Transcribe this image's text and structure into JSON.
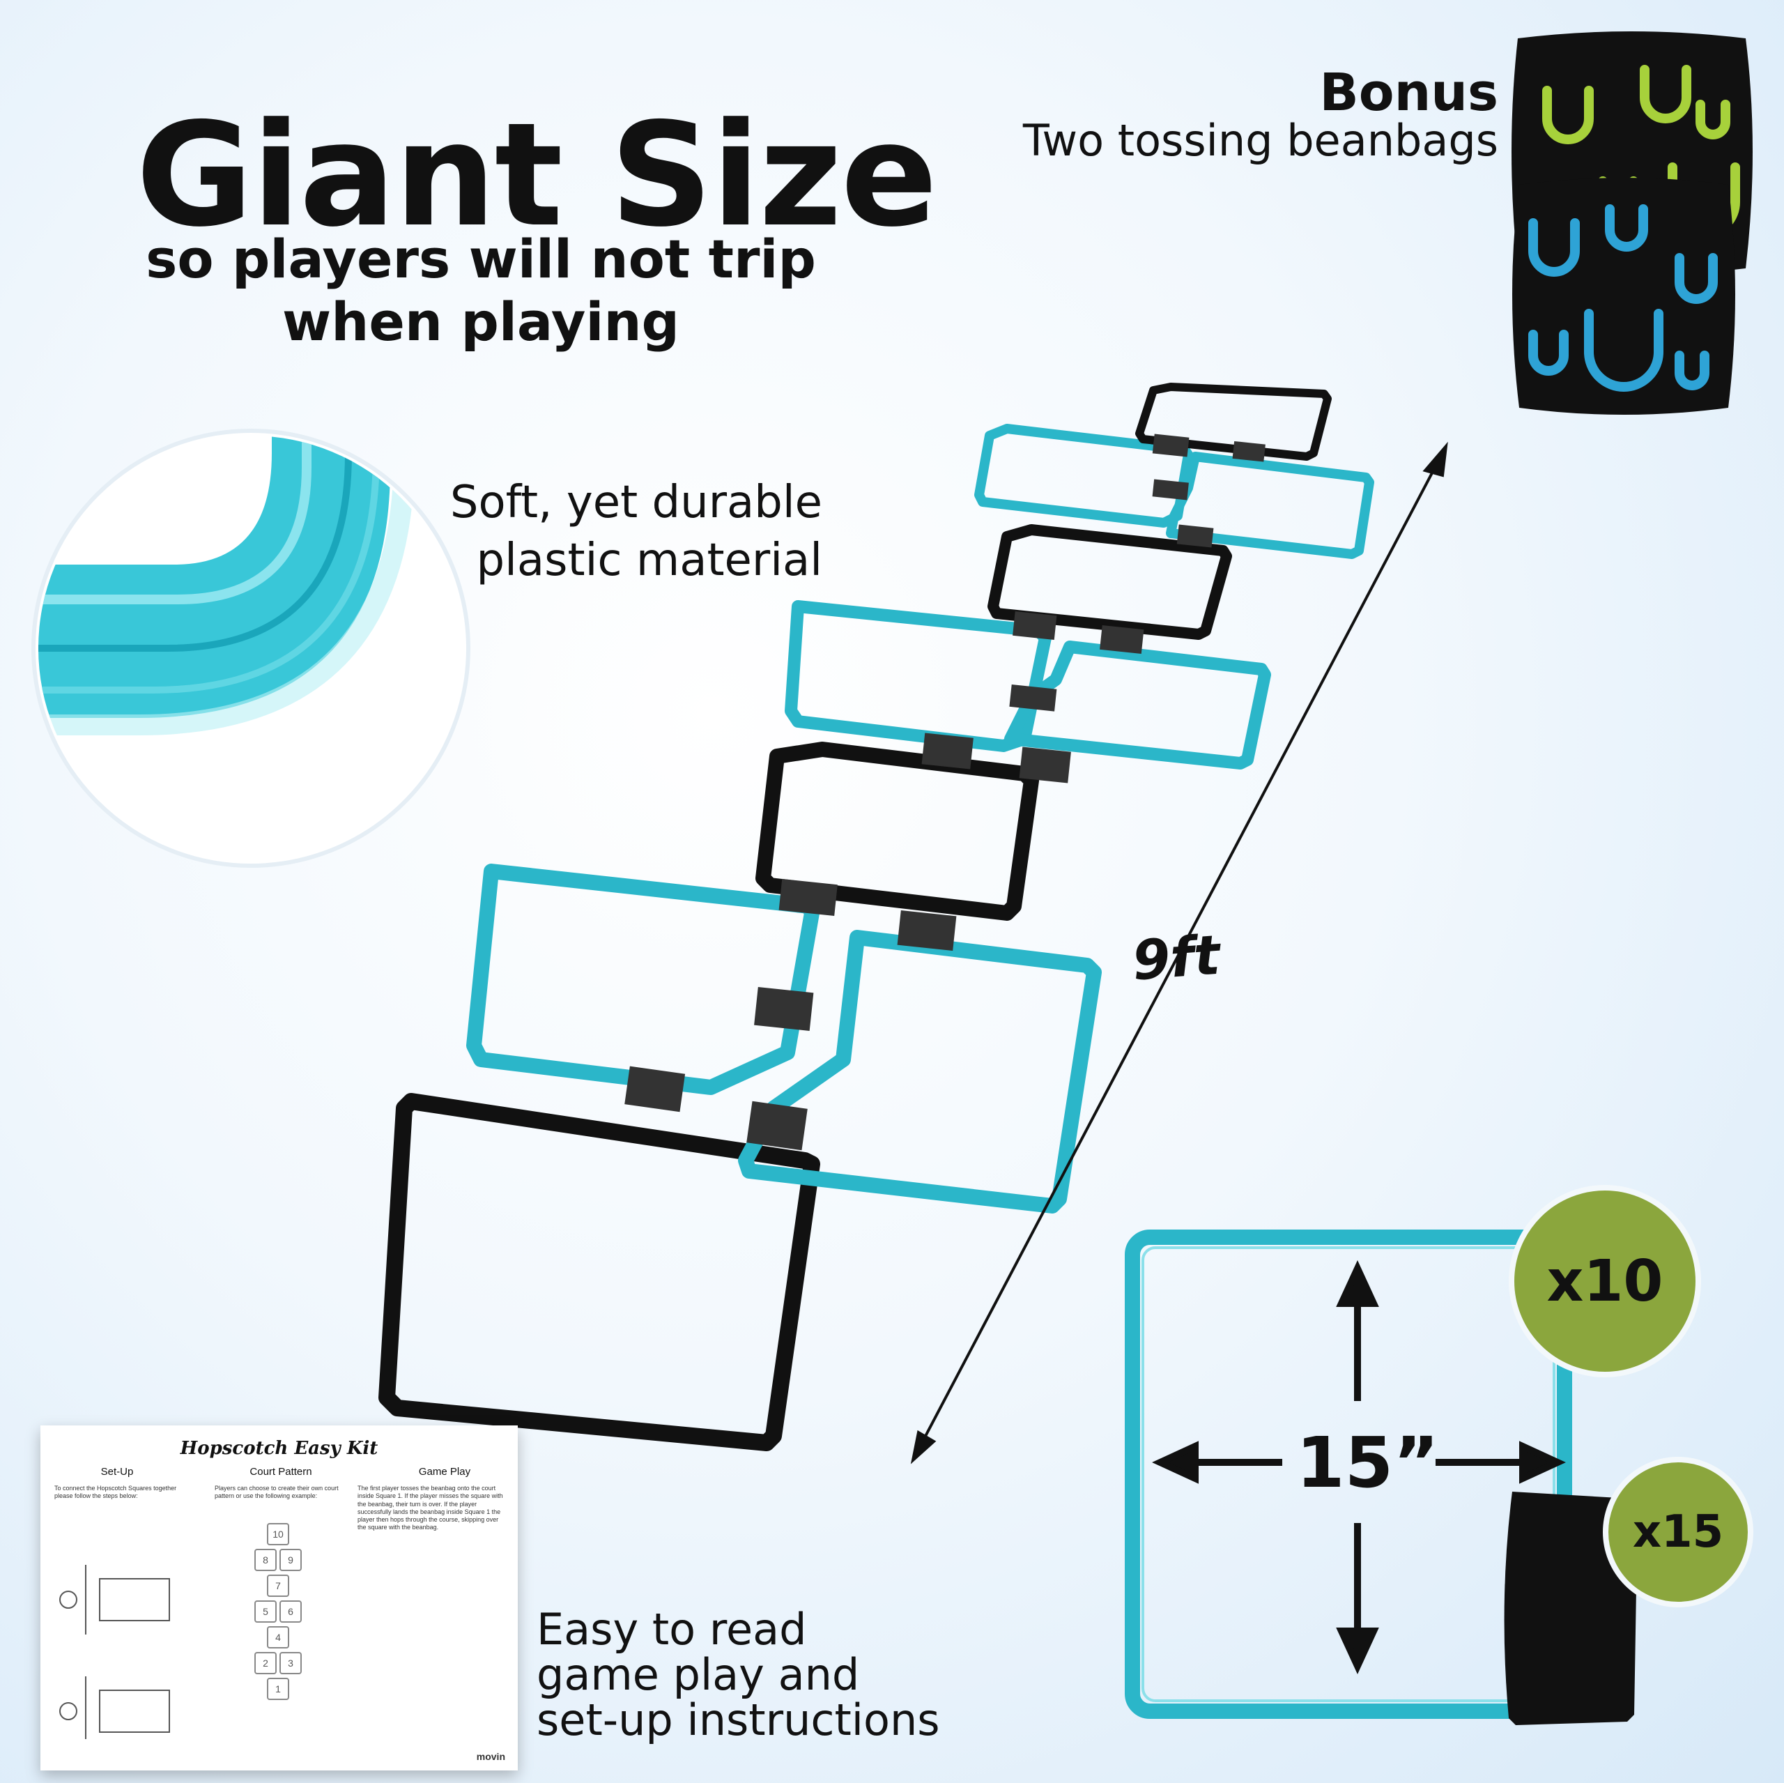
{
  "headline": "Giant Size",
  "subheadline": [
    "so players will not trip",
    "when playing"
  ],
  "bonus": {
    "title": "Bonus",
    "description": "Two tossing beanbags"
  },
  "material": [
    "Soft, yet durable",
    "plastic material"
  ],
  "length_label": "9ft",
  "square_size_label": "15”",
  "badges": {
    "squares": "x10",
    "clips": "x15"
  },
  "instructions_caption": [
    "Easy to read",
    "game play and",
    "set-up instructions"
  ],
  "sheet": {
    "title": "Hopscotch Easy Kit",
    "columns": [
      "Set-Up",
      "Court Pattern",
      "Game Play"
    ],
    "setup_text": "To connect the Hopscotch Squares together please follow the steps below:",
    "pattern_text": "Players can choose to create their own court pattern or use the following example:",
    "gameplay_text": "The first player tosses the beanbag onto the court inside Square 1. If the player misses the square with the beanbag, their turn is over. If the player successfully lands the beanbag inside Square 1 the player then hops through the course, skipping over the square with the beanbag.",
    "court_numbers": [
      "10",
      "8",
      "9",
      "7",
      "5",
      "6",
      "4",
      "2",
      "3",
      "1"
    ],
    "brand": "movin"
  },
  "colors": {
    "teal": "#2bb6c9",
    "black": "#111111",
    "badge_green": "#8ba63d",
    "beanbag_green": "#a7d13b",
    "beanbag_blue": "#2ea3d6"
  },
  "icons": [
    "beanbag-green",
    "beanbag-blue",
    "material-closeup",
    "hopscotch-square-frame",
    "connector-clip"
  ]
}
